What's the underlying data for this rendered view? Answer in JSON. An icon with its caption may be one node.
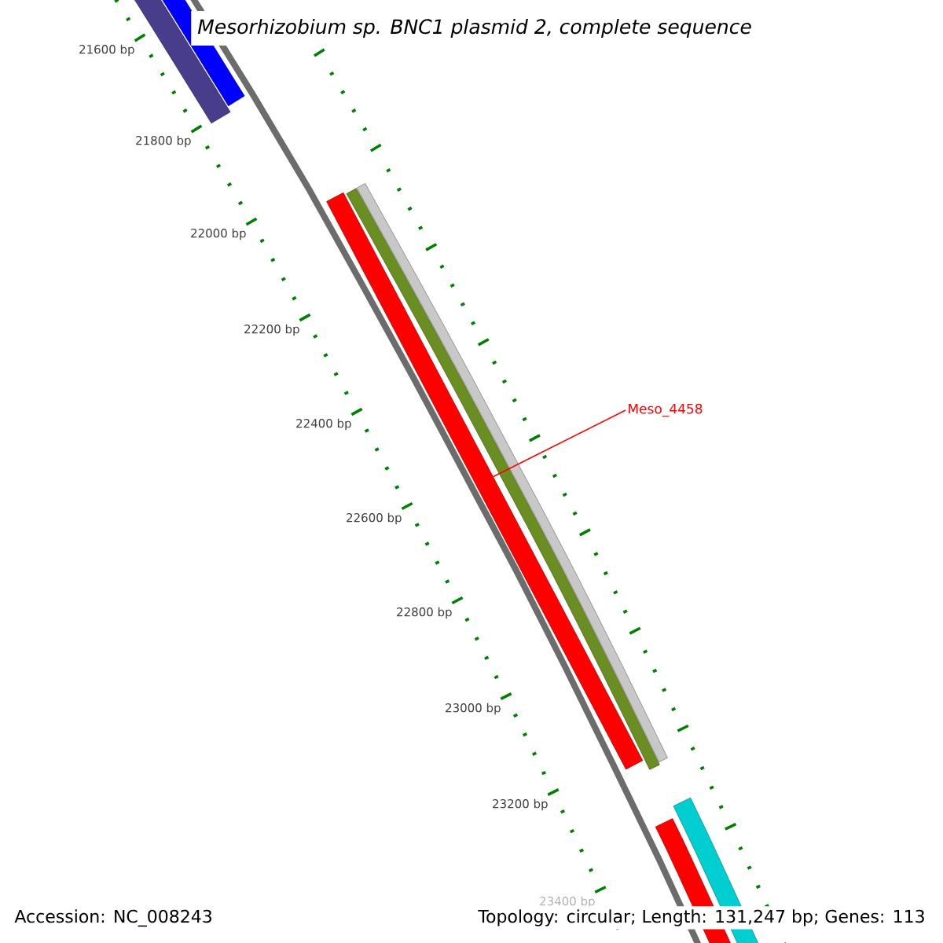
{
  "diagram": {
    "title": "Mesorhizobium sp. BNC1 plasmid 2, complete sequence",
    "nodes": [
      {
        "text": [
          "Meso_4458"
        ]
      },
      {
        "text": [],
        "shape": "bar"
      }
    ],
    "edges": [
      {
        "from": 0,
        "to": 1,
        "arrow": "none"
      }
    ],
    "labels": [
      "21600 bp",
      "21800 bp",
      "22000 bp",
      "22200 bp",
      "22400 bp",
      "22600 bp",
      "22800 bp",
      "23000 bp",
      "23200 bp",
      "23400 bp",
      "Accession: NC_008243",
      "Topology: circular; Length: 131,247 bp; Genes: 113"
    ]
  }
}
